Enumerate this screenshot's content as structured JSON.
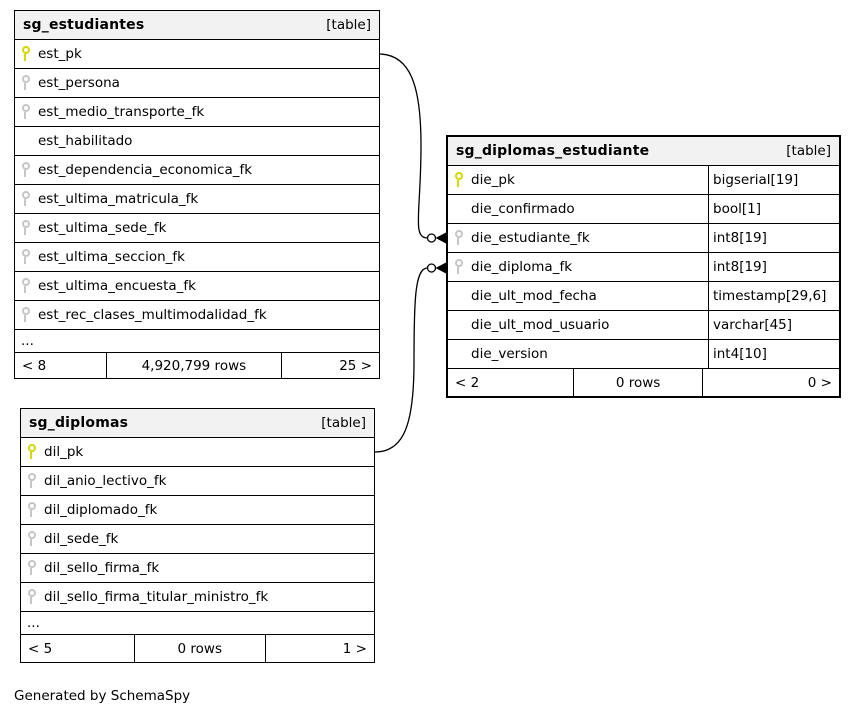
{
  "diagram": {
    "generated_by": "Generated by SchemaSpy",
    "colors": {
      "primary_key_icon": "#d6d600",
      "foreign_key_icon": "#c6c6c6",
      "header_background": "#f2f2f2",
      "border": "#000000",
      "background": "#ffffff"
    },
    "relationships": [
      {
        "from": "sg_estudiantes.est_pk",
        "to": "sg_diplomas_estudiante.die_estudiante_fk",
        "endpoint_style": "circle-arrow"
      },
      {
        "from": "sg_diplomas.dil_pk",
        "to": "sg_diplomas_estudiante.die_diploma_fk",
        "endpoint_style": "circle-arrow"
      }
    ],
    "tables": [
      {
        "name": "sg_estudiantes",
        "tag": "[table]",
        "columns": [
          {
            "name": "est_pk",
            "key": "pk"
          },
          {
            "name": "est_persona",
            "key": "fk"
          },
          {
            "name": "est_medio_transporte_fk",
            "key": "fk"
          },
          {
            "name": "est_habilitado",
            "key": "none"
          },
          {
            "name": "est_dependencia_economica_fk",
            "key": "fk"
          },
          {
            "name": "est_ultima_matricula_fk",
            "key": "fk"
          },
          {
            "name": "est_ultima_sede_fk",
            "key": "fk"
          },
          {
            "name": "est_ultima_seccion_fk",
            "key": "fk"
          },
          {
            "name": "est_ultima_encuesta_fk",
            "key": "fk"
          },
          {
            "name": "est_rec_clases_multimodalidad_fk",
            "key": "fk"
          }
        ],
        "ellipsis": "...",
        "footer": {
          "left": "< 8",
          "center": "4,920,799 rows",
          "right": "25 >"
        }
      },
      {
        "name": "sg_diplomas_estudiante",
        "tag": "[table]",
        "columns": [
          {
            "name": "die_pk",
            "key": "pk",
            "type": "bigserial[19]"
          },
          {
            "name": "die_confirmado",
            "key": "none",
            "type": "bool[1]"
          },
          {
            "name": "die_estudiante_fk",
            "key": "fk",
            "type": "int8[19]"
          },
          {
            "name": "die_diploma_fk",
            "key": "fk",
            "type": "int8[19]"
          },
          {
            "name": "die_ult_mod_fecha",
            "key": "none",
            "type": "timestamp[29,6]"
          },
          {
            "name": "die_ult_mod_usuario",
            "key": "none",
            "type": "varchar[45]"
          },
          {
            "name": "die_version",
            "key": "none",
            "type": "int4[10]"
          }
        ],
        "footer": {
          "left": "< 2",
          "center": "0 rows",
          "right": "0 >"
        }
      },
      {
        "name": "sg_diplomas",
        "tag": "[table]",
        "columns": [
          {
            "name": "dil_pk",
            "key": "pk"
          },
          {
            "name": "dil_anio_lectivo_fk",
            "key": "fk"
          },
          {
            "name": "dil_diplomado_fk",
            "key": "fk"
          },
          {
            "name": "dil_sede_fk",
            "key": "fk"
          },
          {
            "name": "dil_sello_firma_fk",
            "key": "fk"
          },
          {
            "name": "dil_sello_firma_titular_ministro_fk",
            "key": "fk"
          }
        ],
        "ellipsis": "...",
        "footer": {
          "left": "< 5",
          "center": "0 rows",
          "right": "1 >"
        }
      }
    ]
  }
}
